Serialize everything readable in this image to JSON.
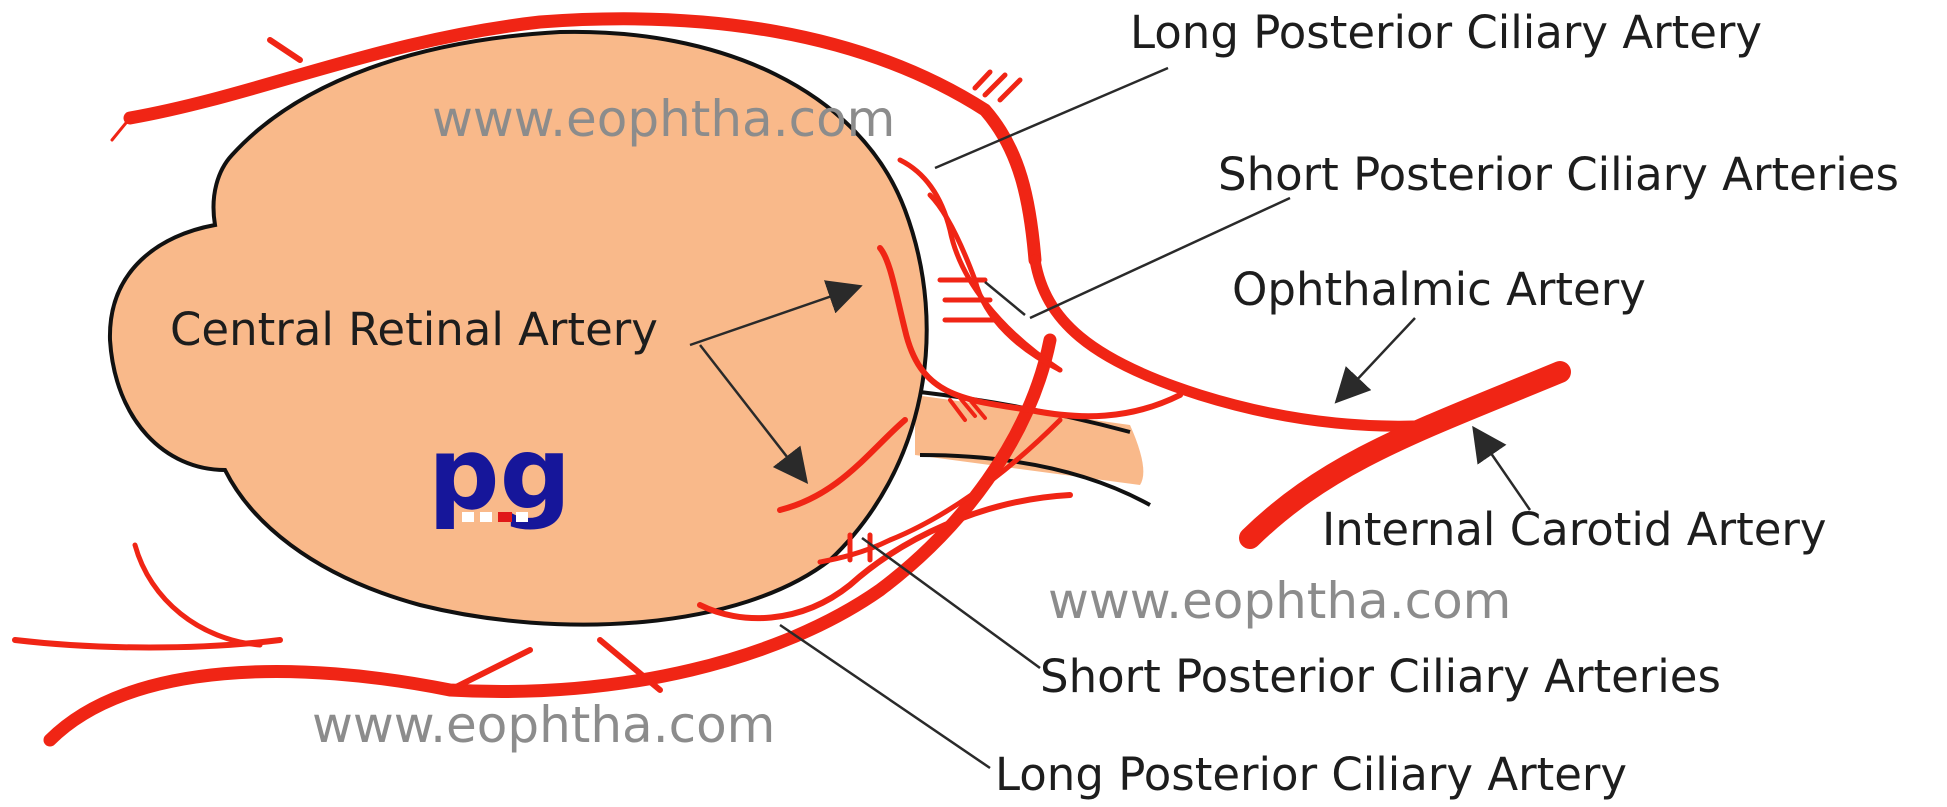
{
  "labels": {
    "long_posterior_ciliary_top": "Long Posterior Ciliary Artery",
    "short_posterior_ciliary_top": "Short Posterior Ciliary Arteries",
    "ophthalmic": "Ophthalmic  Artery",
    "central_retinal": "Central Retinal Artery",
    "internal_carotid": "Internal Carotid Artery",
    "short_posterior_ciliary_bottom": "Short Posterior Ciliary Arteries",
    "long_posterior_ciliary_bottom": "Long Posterior Ciliary Artery"
  },
  "watermarks": {
    "top": "www.eophtha.com",
    "middle_right": "www.eophtha.com",
    "bottom_left": "www.eophtha.com"
  },
  "logo": {
    "text": "pg"
  },
  "colors": {
    "globe_fill": "#f9b98a",
    "vessel": "#f02515",
    "outline": "#111111",
    "logo": "#16169a",
    "watermark": "#8c8c8c"
  }
}
